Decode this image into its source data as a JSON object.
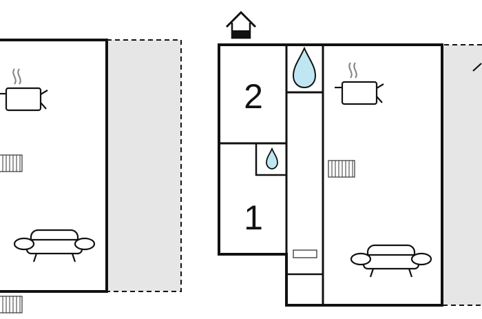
{
  "rooms": [
    {
      "label": "2",
      "kind": "bedroom"
    },
    {
      "label": "1",
      "kind": "bedroom"
    }
  ],
  "icons": {
    "house": "house-icon",
    "cooking": "cooking-pot-icon",
    "heating": "radiator-icon",
    "water": "water-drop-icon",
    "seating": "sofa-icon"
  },
  "colors": {
    "wall": "#111111",
    "terrace": "#e6e6e6",
    "water": "#bfe7f3",
    "background": "#ffffff"
  }
}
